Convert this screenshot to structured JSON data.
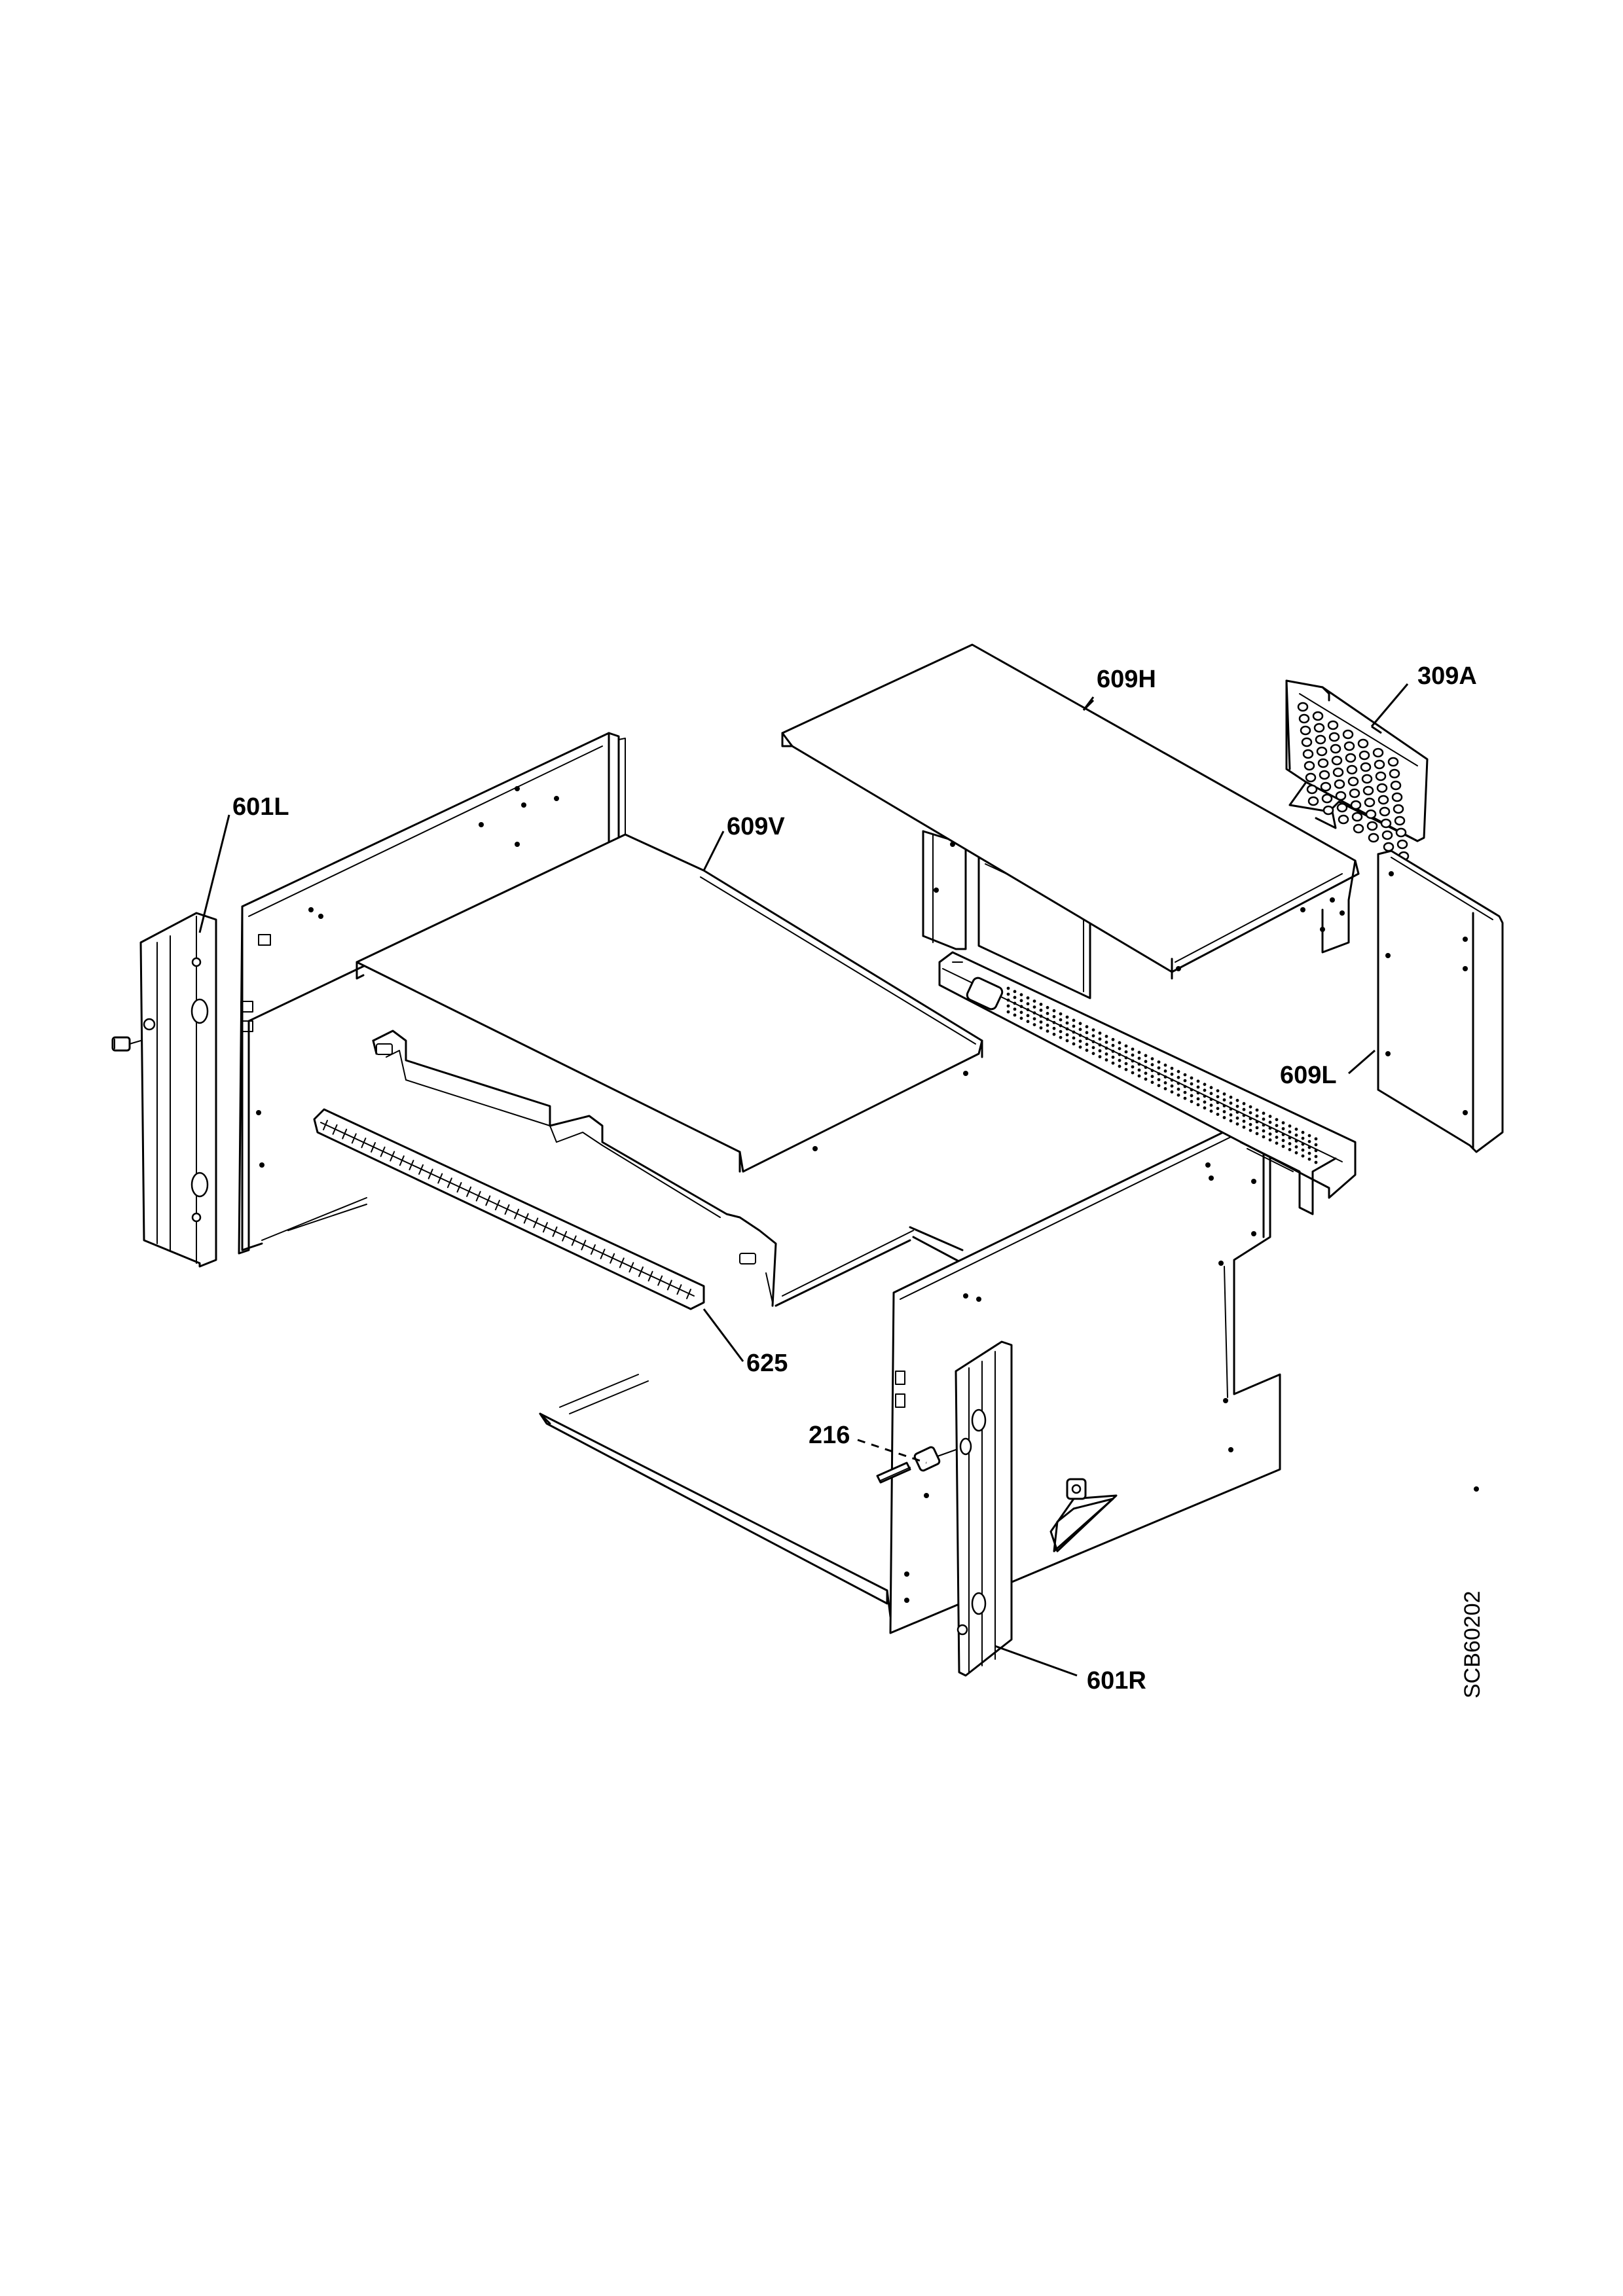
{
  "diagram": {
    "drawing_code": "SCB60202",
    "parts": [
      {
        "id": "601L",
        "label": "601L"
      },
      {
        "id": "609V",
        "label": "609V"
      },
      {
        "id": "609H",
        "label": "609H"
      },
      {
        "id": "309A",
        "label": "309A"
      },
      {
        "id": "609L",
        "label": "609L"
      },
      {
        "id": "625",
        "label": "625"
      },
      {
        "id": "216",
        "label": "216"
      },
      {
        "id": "601R",
        "label": "601R"
      }
    ]
  }
}
